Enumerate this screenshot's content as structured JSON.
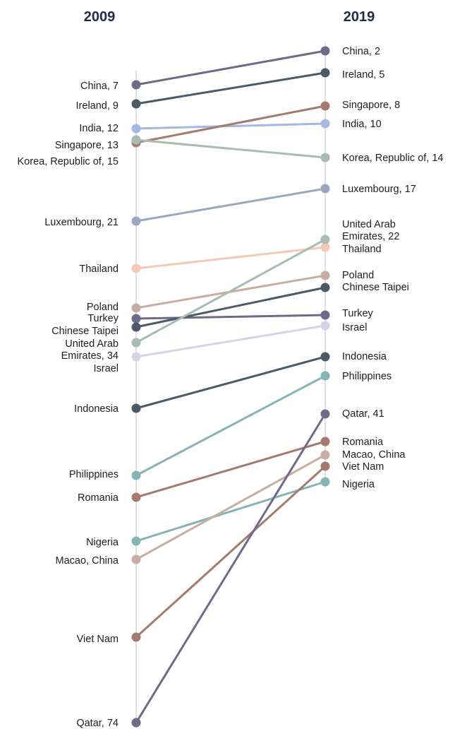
{
  "chart_data": {
    "type": "slope",
    "columns": [
      "2009",
      "2019"
    ],
    "series": [
      {
        "name": "China",
        "values": [
          7,
          2
        ],
        "color": "#6e6a88",
        "labels": [
          "China, 7",
          "China, 2"
        ]
      },
      {
        "name": "Ireland",
        "values": [
          9,
          5
        ],
        "color": "#4a5a66",
        "labels": [
          "Ireland, 9",
          "Ireland, 5"
        ]
      },
      {
        "name": "India",
        "values": [
          12,
          10
        ],
        "color": "#a6b8e0",
        "labels": [
          "India, 12",
          "India, 10"
        ]
      },
      {
        "name": "Singapore",
        "values": [
          13,
          8
        ],
        "color": "#a57a6e",
        "labels": [
          "Singapore, 13",
          "Singapore, 8"
        ]
      },
      {
        "name": "Korea, Republic of",
        "values": [
          15,
          14
        ],
        "color": "#a8bcb2",
        "labels": [
          "Korea, Republic of, 15",
          "Korea, Republic of, 14"
        ]
      },
      {
        "name": "Luxembourg",
        "values": [
          21,
          17
        ],
        "color": "#9ba7bf",
        "labels": [
          "Luxembourg, 21",
          "Luxembourg, 17"
        ]
      },
      {
        "name": "Thailand",
        "values": [
          null,
          null
        ],
        "color": "#f5c8b8",
        "labels": [
          "Thailand",
          "Thailand"
        ]
      },
      {
        "name": "Poland",
        "values": [
          null,
          null
        ],
        "color": "#c8ada2",
        "labels": [
          "Poland",
          "Poland"
        ]
      },
      {
        "name": "Turkey",
        "values": [
          null,
          null
        ],
        "color": "#6e6a88",
        "labels": [
          "Turkey",
          "Turkey"
        ]
      },
      {
        "name": "Chinese Taipei",
        "values": [
          null,
          null
        ],
        "color": "#4a5a66",
        "labels": [
          "Chinese Taipei",
          "Chinese Taipei"
        ]
      },
      {
        "name": "United Arab Emirates",
        "values": [
          34,
          22
        ],
        "color": "#a8bcb2",
        "labels": [
          "United Arab\nEmirates, 34",
          "United Arab\nEmirates, 22"
        ]
      },
      {
        "name": "Israel",
        "values": [
          null,
          null
        ],
        "color": "#d5d3e6",
        "labels": [
          "Israel",
          "Israel"
        ]
      },
      {
        "name": "Indonesia",
        "values": [
          null,
          null
        ],
        "color": "#4a5a66",
        "labels": [
          "Indonesia",
          "Indonesia"
        ]
      },
      {
        "name": "Philippines",
        "values": [
          null,
          null
        ],
        "color": "#86b4b4",
        "labels": [
          "Philippines",
          "Philippines"
        ]
      },
      {
        "name": "Romania",
        "values": [
          null,
          null
        ],
        "color": "#a57a6e",
        "labels": [
          "Romania",
          "Romania"
        ]
      },
      {
        "name": "Nigeria",
        "values": [
          null,
          null
        ],
        "color": "#86b4b4",
        "labels": [
          "Nigeria",
          "Nigeria"
        ]
      },
      {
        "name": "Macao, China",
        "values": [
          null,
          null
        ],
        "color": "#c8ada2",
        "labels": [
          "Macao, China",
          "Macao, China"
        ]
      },
      {
        "name": "Viet Nam",
        "values": [
          null,
          null
        ],
        "color": "#a57a6e",
        "labels": [
          "Viet Nam",
          "Viet Nam"
        ]
      },
      {
        "name": "Qatar",
        "values": [
          74,
          41
        ],
        "color": "#6e6a88",
        "labels": [
          "Qatar, 74",
          "Qatar, 41"
        ]
      }
    ]
  }
}
